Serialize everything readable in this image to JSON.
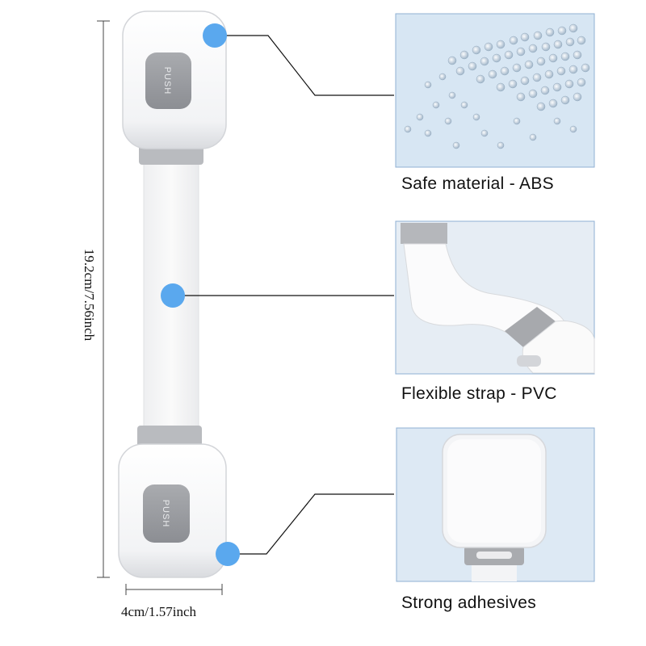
{
  "dimensions": {
    "length_label": "19.2cm/7.56inch",
    "width_label": "4cm/1.57inch"
  },
  "product": {
    "button_text": "PUSH"
  },
  "features": [
    {
      "label": "Safe material - ABS",
      "image": "abs-granules-photo"
    },
    {
      "label": "Flexible strap - PVC",
      "image": "strap-closeup-photo"
    },
    {
      "label": "Strong adhesives",
      "image": "adhesive-pad-photo"
    }
  ],
  "colors": {
    "accent_dot": "#5aa8ee",
    "strap_gray": "#b9bbbf",
    "photo_bg": "#dde9f4"
  }
}
